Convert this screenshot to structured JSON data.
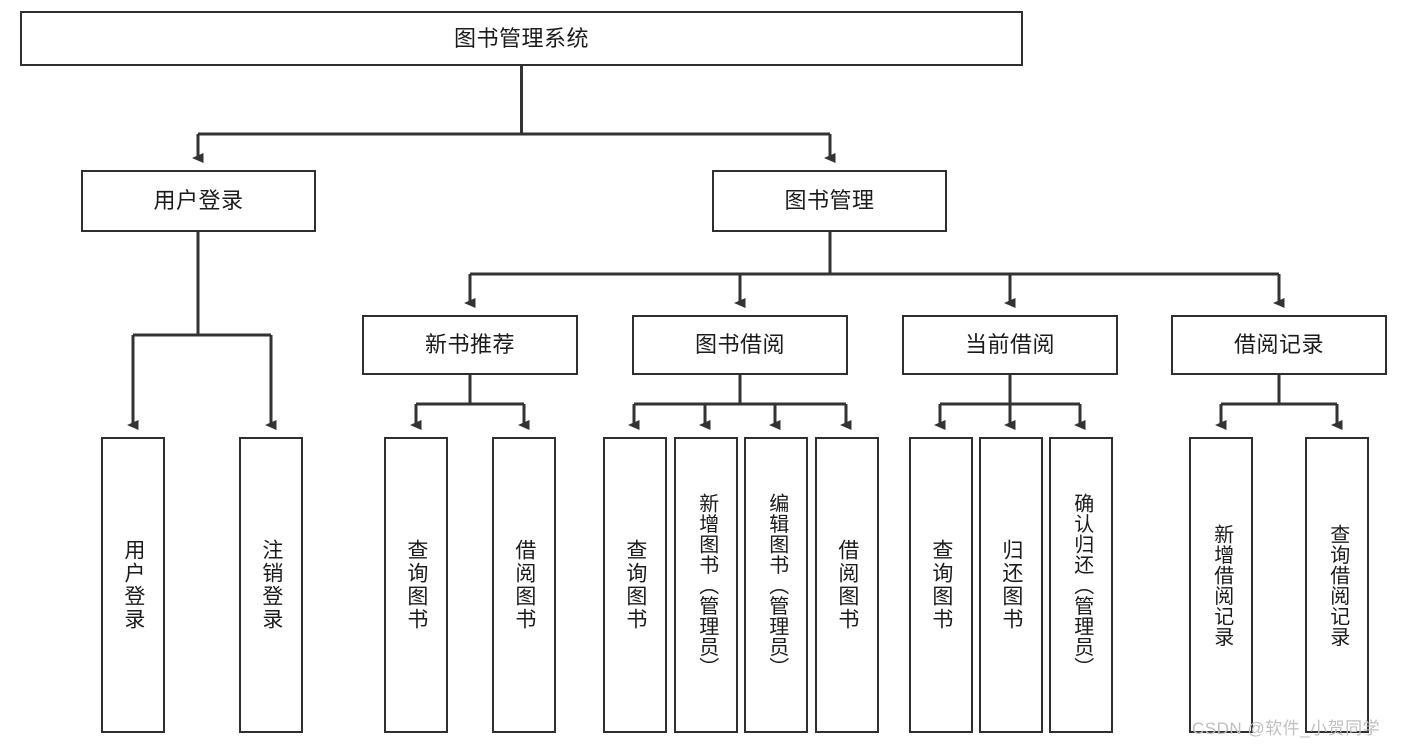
{
  "diagram": {
    "type": "tree-hierarchy-chart",
    "title": "图书管理系统",
    "orientation": "top-down",
    "colors": {
      "box_border": "#2f2f2f",
      "box_fill": "#ffffff",
      "connector": "#333333",
      "text": "#1b1b1b",
      "watermark": "#bfbfbf",
      "background": "#ffffff"
    },
    "levels": {
      "level1": [
        {
          "id": "root",
          "label": "图书管理系统"
        }
      ],
      "level2": [
        {
          "id": "user-login",
          "label": "用户登录",
          "parent": "root"
        },
        {
          "id": "book-manage",
          "label": "图书管理",
          "parent": "root"
        }
      ],
      "level3": [
        {
          "id": "new-book-rec",
          "label": "新书推荐",
          "parent": "book-manage"
        },
        {
          "id": "book-borrow",
          "label": "图书借阅",
          "parent": "book-manage"
        },
        {
          "id": "current-borrow",
          "label": "当前借阅",
          "parent": "book-manage"
        },
        {
          "id": "borrow-record",
          "label": "借阅记录",
          "parent": "book-manage"
        }
      ],
      "leaves": [
        {
          "id": "leaf-user-login",
          "label": "用户登录",
          "parent": "user-login"
        },
        {
          "id": "leaf-user-logout",
          "label": "注销登录",
          "parent": "user-login"
        },
        {
          "id": "leaf-rec-query-book",
          "label": "查询图书",
          "parent": "new-book-rec"
        },
        {
          "id": "leaf-rec-borrow-book",
          "label": "借阅图书",
          "parent": "new-book-rec"
        },
        {
          "id": "leaf-borrow-query-book",
          "label": "查询图书",
          "parent": "book-borrow"
        },
        {
          "id": "leaf-borrow-add-book",
          "label": "新增图书（管理员）",
          "parent": "book-borrow"
        },
        {
          "id": "leaf-borrow-edit-book",
          "label": "编辑图书（管理员）",
          "parent": "book-borrow"
        },
        {
          "id": "leaf-borrow-borrow-book",
          "label": "借阅图书",
          "parent": "book-borrow"
        },
        {
          "id": "leaf-cur-query-book",
          "label": "查询图书",
          "parent": "current-borrow"
        },
        {
          "id": "leaf-cur-return-book",
          "label": "归还图书",
          "parent": "current-borrow"
        },
        {
          "id": "leaf-cur-confirm-return",
          "label": "确认归还（管理员）",
          "parent": "current-borrow"
        },
        {
          "id": "leaf-rec-add-record",
          "label": "新增借阅记录",
          "parent": "borrow-record"
        },
        {
          "id": "leaf-rec-query-record",
          "label": "查询借阅记录",
          "parent": "borrow-record"
        }
      ]
    },
    "watermark": "CSDN @软件_小贺同学"
  }
}
